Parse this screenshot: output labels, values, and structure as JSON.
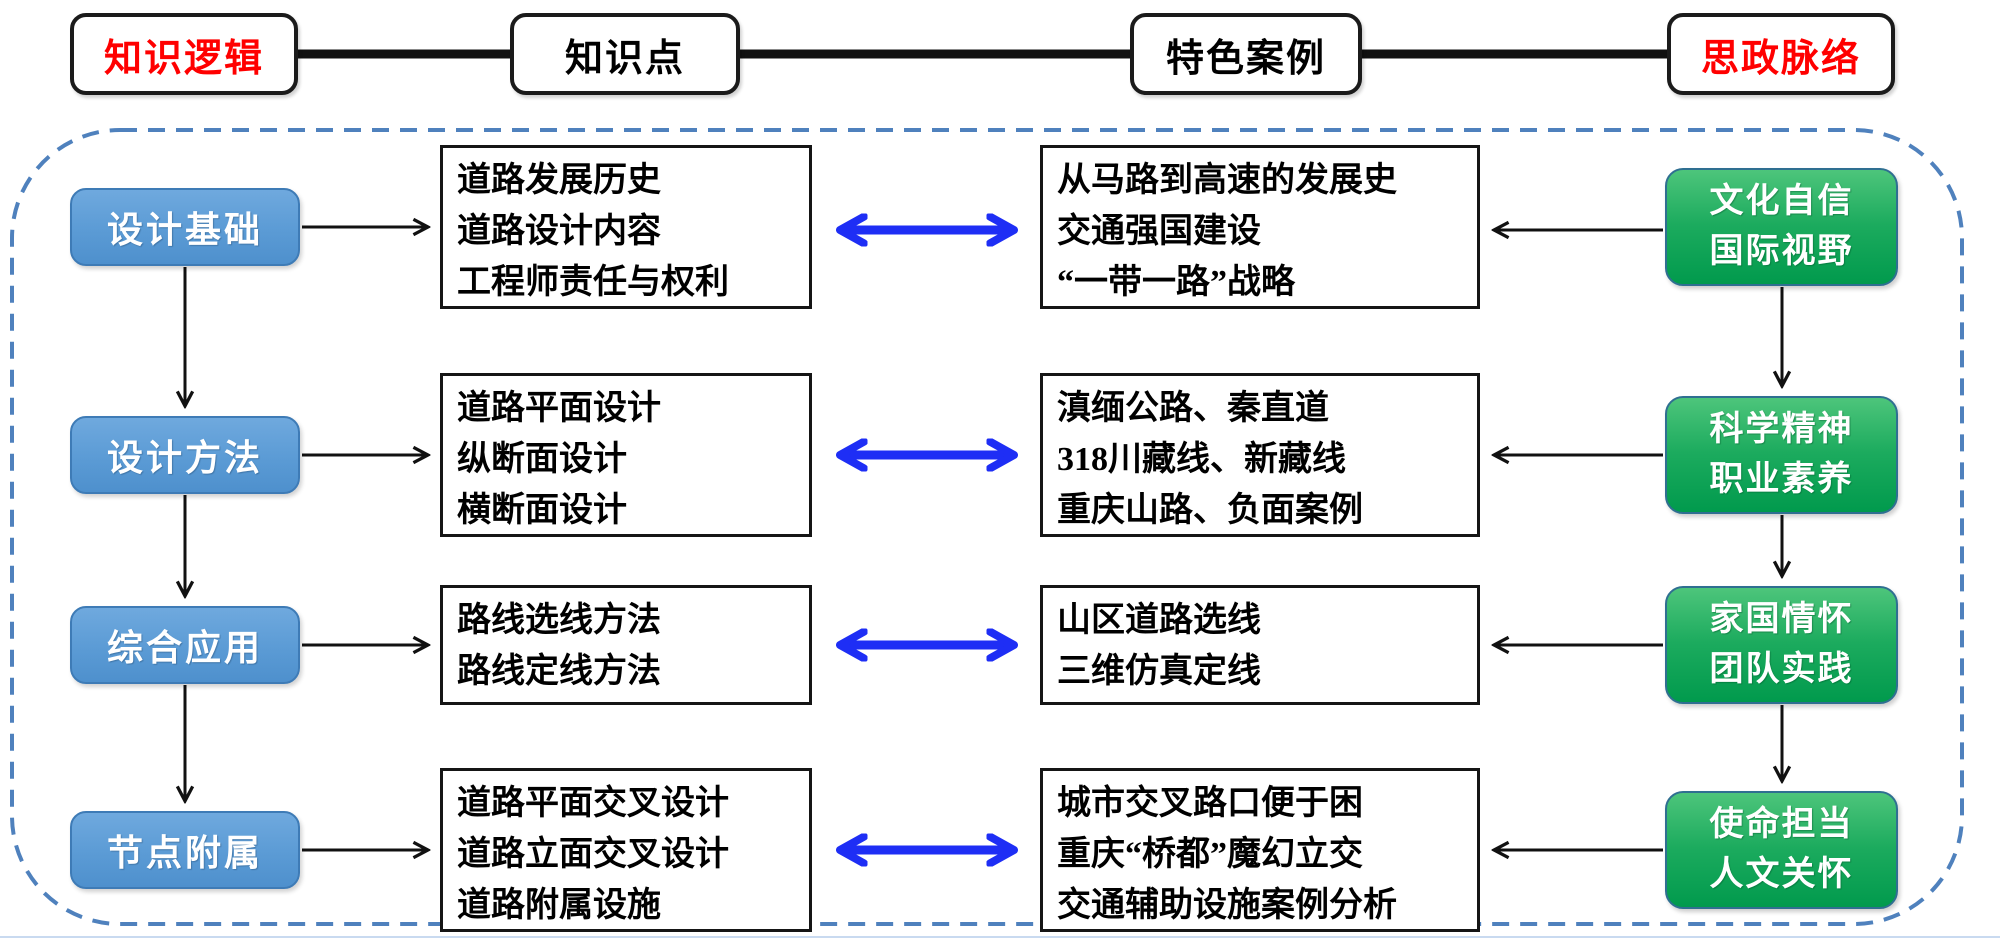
{
  "header": {
    "items": [
      {
        "label": "知识逻辑",
        "emphasis": "red"
      },
      {
        "label": "知识点",
        "emphasis": "black"
      },
      {
        "label": "特色案例",
        "emphasis": "black"
      },
      {
        "label": "思政脉络",
        "emphasis": "red"
      }
    ]
  },
  "rows": [
    {
      "logic": "设计基础",
      "knowledge": [
        "道路发展历史",
        "道路设计内容",
        "工程师责任与权利"
      ],
      "cases": [
        "从马路到高速的发展史",
        "交通强国建设",
        "“一带一路”战略"
      ],
      "values": [
        "文化自信",
        "国际视野"
      ]
    },
    {
      "logic": "设计方法",
      "knowledge": [
        "道路平面设计",
        "纵断面设计",
        "横断面设计"
      ],
      "cases": [
        "滇缅公路、秦直道",
        "318川藏线、新藏线",
        "重庆山路、负面案例"
      ],
      "values": [
        "科学精神",
        "职业素养"
      ]
    },
    {
      "logic": "综合应用",
      "knowledge": [
        "路线选线方法",
        "路线定线方法"
      ],
      "cases": [
        "山区道路选线",
        "三维仿真定线"
      ],
      "values": [
        "家国情怀",
        "团队实践"
      ]
    },
    {
      "logic": "节点附属",
      "knowledge": [
        "道路平面交叉设计",
        "道路立面交叉设计",
        "道路附属设施"
      ],
      "cases": [
        "城市交叉路口便于困",
        "重庆“桥都”魔幻立交",
        "交通辅助设施案例分析"
      ],
      "values": [
        "使命担当",
        "人文关怀"
      ]
    }
  ],
  "colors": {
    "header_red": "#ff0000",
    "logic_blue": "#5b9bd5",
    "value_green": "#16a45a",
    "arrow_blue": "#1e2ef5",
    "dashed_border_blue": "#4f81bd",
    "connector_black": "#111111"
  }
}
